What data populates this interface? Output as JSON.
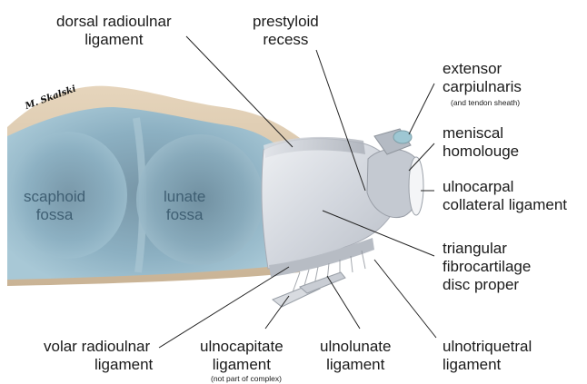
{
  "signature": "M. Skalski",
  "fossae": {
    "scaphoid": [
      "scaphoid",
      "fossa"
    ],
    "lunate": [
      "lunate",
      "fossa"
    ]
  },
  "labels": {
    "dorsal_radioulnar": [
      "dorsal radioulnar",
      "ligament"
    ],
    "prestyloid": [
      "prestyloid",
      "recess"
    ],
    "extensor": [
      "extensor",
      "carpiulnaris"
    ],
    "extensor_note": "(and tendon sheath)",
    "meniscal": [
      "meniscal",
      "homolouge"
    ],
    "ulnocarpal": [
      "ulnocarpal",
      "collateral ligament"
    ],
    "tfc": [
      "triangular",
      "fibrocartilage",
      "disc proper"
    ],
    "volar": [
      "volar radioulnar",
      "ligament"
    ],
    "ulnocapitate": [
      "ulnocapitate",
      "ligament"
    ],
    "ulnocapitate_note": "(not part of complex)",
    "ulnolunate": [
      "ulnolunate",
      "ligament"
    ],
    "ulnotriquetral": [
      "ulnotriquetral",
      "ligament"
    ]
  },
  "colors": {
    "radius_surface": "#8fb3c4",
    "cortex": "#d7c4a8",
    "tfcc": "#cfd3da",
    "leader": "#222222"
  }
}
